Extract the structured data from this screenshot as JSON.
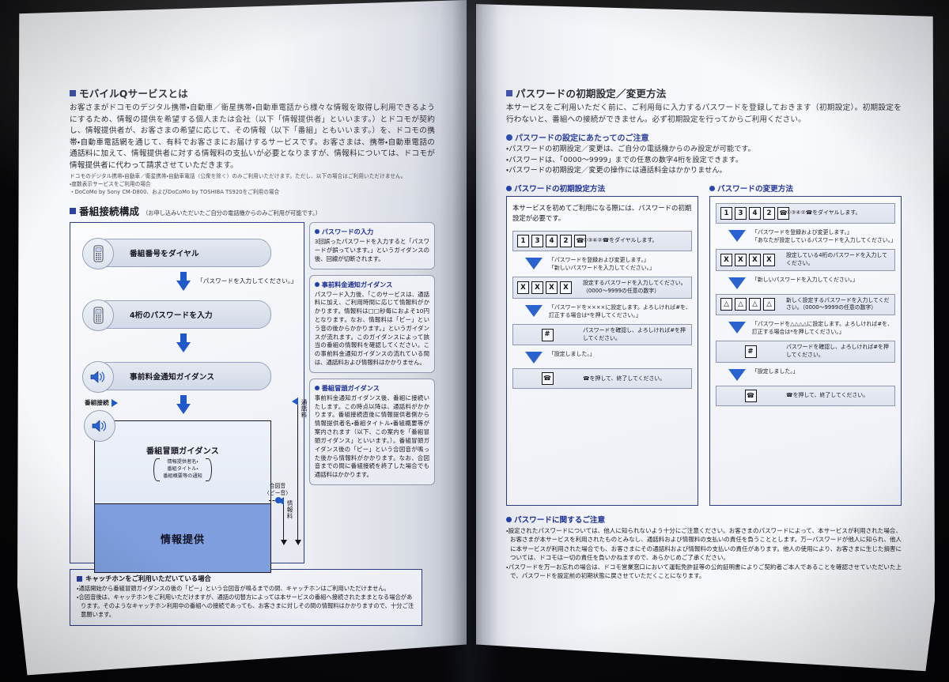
{
  "left_page": {
    "section1": {
      "marker": "■",
      "title": "モバイルQサービスとは",
      "body": "お客さまがドコモのデジタル携帯・自動車／衛星携帯・自動車電話から様々な情報を取得し利用できるようにするため、情報の提供を希望する個人または会社（以下「情報提供者」といいます。）とドコモが契約し、情報提供者が、お客さまの希望に応じて、その情報（以下「番組」ともいいます。）を、ドコモの携帯・自動車電話網を通じて、有料でお客さまにお届けするサービスです。お客さまは、携帯・自動車電話の通話料に加えて、情報提供者に対する情報料の支払いが必要となりますが、情報料については、ドコモが情報提供者に代わって請求させていただきます。",
      "footnotes": [
        "ドコモのデジタル携帯・自動車／衛星携帯・自動車電話（公衆を除く）のみご利用いただけます。ただし、以下の場合はご利用いただけません。",
        "・度数表示サービスをご利用の場合",
        "・DoCoMo by Sony CM-D800、およびDoCoMo by TOSHIBA TS920をご利用の場合"
      ]
    },
    "section2": {
      "marker": "■",
      "title": "番組接続構成",
      "note": "（お申し込みいただいたご自分の電話機からのみご利用が可能です。）"
    },
    "flow": {
      "steps": [
        {
          "icon": "mobile-phone-icon",
          "label": "番組番号をダイヤル"
        },
        {
          "icon": "mobile-phone-icon",
          "label": "4桁のパスワードを入力"
        },
        {
          "icon": "speaker-icon",
          "label": "事前料金通知ガイダンス"
        }
      ],
      "caption_after_step1": "「パスワードを入力してください。」",
      "connect_label": "番組接続",
      "guidance_box": {
        "icon": "speaker-icon",
        "title": "番組冒頭ガイダンス",
        "subtitle": "情報提供者名・\n番組タイトル・\n番組概要等の通知",
        "footer": "情報提供"
      },
      "signal_label": "合図音\n〈ピー音〉",
      "axis_call": "通話料",
      "axis_info": "情報料"
    },
    "notes": [
      {
        "title": "パスワードの入力",
        "text": "3回誤ったパスワードを入力すると「パスワードが誤っています。」というガイダンスの後、回線が切断されます。"
      },
      {
        "title": "事前料金通知ガイダンス",
        "text": "パスワード入力後、「このサービスは、通話料に加え、ご利用時間に応じて情報料がかかります。情報料は□□秒毎におよそ10円となります。なお、情報料は「ピー」という音の後からかかります。」というガイダンスが流れます。このガイダンスによって該当の番組の情報料を確認してください。この事前料金通知ガイダンスの流れている間は、通話料および情報料はかかりません。"
      },
      {
        "title": "番組冒頭ガイダンス",
        "text": "事前料金通知ガイダンス後、番組に接続いたします。この時点以降は、通話料がかかります。番組接続直後に情報提供者側から情報提供者名・番組タイトル・番組概要等が案内されます（以下、この案内を「番組冒頭ガイダンス」といいます。）。番組冒頭ガイダンス後の「ピー」という合図音が鳴った後から情報料がかかります。なお、合図音までの間に番組接続を終了した場合でも通話料はかかります。"
      }
    ],
    "catchphone": {
      "marker": "■",
      "title": "キャッチホンをご利用いただいている場合",
      "items": [
        "・通話開始から番組冒頭ガイダンスの後の「ピー」という合図音が鳴るまでの間、キャッチホンはご利用いただけません。",
        "・合図音後は、キャッチホンをご利用いただけますが、通話の切替方によっては本サービスの番組へ接続されたままとなる場合があります。そのようなキャッチホン利用中の番組への接続であっても、お客さまに対しその間の情報料はかかりますので、十分ご注意願います。"
      ]
    }
  },
  "right_page": {
    "section1": {
      "marker": "■",
      "title": "パスワードの初期設定／変更方法",
      "body": "本サービスをご利用いただく前に、ご利用毎に入力するパスワードを登録しておきます（初期設定）。初期設定を行わないと、番組への接続ができません。必ず初期設定を行ってからご利用ください。"
    },
    "precaution_setup": {
      "title": "パスワードの設定にあたってのご注意",
      "items": [
        "・パスワードの初期設定／変更は、ご自分の電話機からのみ設定が可能です。",
        "・パスワードは、「0000〜9999」までの任意の数字4桁を設定できます。",
        "・パスワードの初期設定／変更の操作には通話料金はかかりません。"
      ]
    },
    "proc_initial": {
      "title": "パスワードの初期設定方法",
      "intro": "本サービスを初めてご利用になる際には、パスワードの初期設定が必要です。",
      "steps": [
        {
          "keys": [
            "1",
            "3",
            "4",
            "2",
            "☎"
          ],
          "desc": "①③④②☎をダイヤルします。",
          "arrow_text": "「パスワードを登録および変更します。」\n「新しいパスワードを入力してください。」"
        },
        {
          "keys": [
            "X",
            "X",
            "X",
            "X"
          ],
          "desc": "設定するパスワードを入力してください。（0000〜9999の任意の数字）",
          "arrow_text": "「パスワードを××××に設定します。よろしければ#を、訂正する場合は*を押してください。」"
        },
        {
          "keys": [
            "#"
          ],
          "desc": "パスワードを確認し、よろしければ#を押してください。",
          "arrow_text": "「設定しました。」"
        },
        {
          "keys": [
            "☎"
          ],
          "desc": "☎を押して、終了してください。",
          "arrow_text": ""
        }
      ]
    },
    "proc_change": {
      "title": "パスワードの変更方法",
      "intro": "",
      "steps": [
        {
          "keys": [
            "1",
            "3",
            "4",
            "2",
            "☎"
          ],
          "desc": "①③④②☎をダイヤルします。",
          "arrow_text": "「パスワードを登録および変更します。」\n「あなたが設定しているパスワードを入力してください。」"
        },
        {
          "keys": [
            "X",
            "X",
            "X",
            "X"
          ],
          "desc": "設定している4桁のパスワードを入力してください。",
          "arrow_text": "「新しいパスワードを入力してください。」"
        },
        {
          "keys": [
            "△",
            "△",
            "△",
            "△"
          ],
          "desc": "新しく設定するパスワードを入力してください。（0000〜9999の任意の数字）",
          "arrow_text": "「パスワードを△△△△に設定します。よろしければ#を、訂正する場合は*を押してください。」"
        },
        {
          "keys": [
            "#"
          ],
          "desc": "パスワードを確認し、よろしければ#を押してください。",
          "arrow_text": "「設定しました。」"
        },
        {
          "keys": [
            "☎"
          ],
          "desc": "☎を押して、終了してください。",
          "arrow_text": ""
        }
      ]
    },
    "precaution_password": {
      "title": "パスワードに関するご注意",
      "items": [
        "・設定されたパスワードについては、他人に知られないよう十分にご注意ください。お客さまのパスワードによって、本サービスが利用された場合、お客さまが本サービスを利用されたものとみなし、通話料および情報料の支払いの責任を負うこととします。万一パスワードが他人に知られ、他人に本サービスが利用された場合でも、お客さまにその通話料および情報料の支払いの責任があります。他人の使用により、お客さまに生じた損害については、ドコモは一切の責任を負いかねますので、あらかじめご了承ください。",
        "・パスワードを万一お忘れの場合は、ドコモ営業窓口において運転免許証等の公的証明書によりご契約者ご本人であることを確認させていただいた上で、パスワードを設定前の初期状態に戻させていただくことになります。"
      ]
    }
  },
  "colors": {
    "accent_blue": "#1d3fae",
    "arrow_blue": "#1f58c8",
    "panel_border": "#2a3a86",
    "info_fill": "#7e9ede"
  }
}
